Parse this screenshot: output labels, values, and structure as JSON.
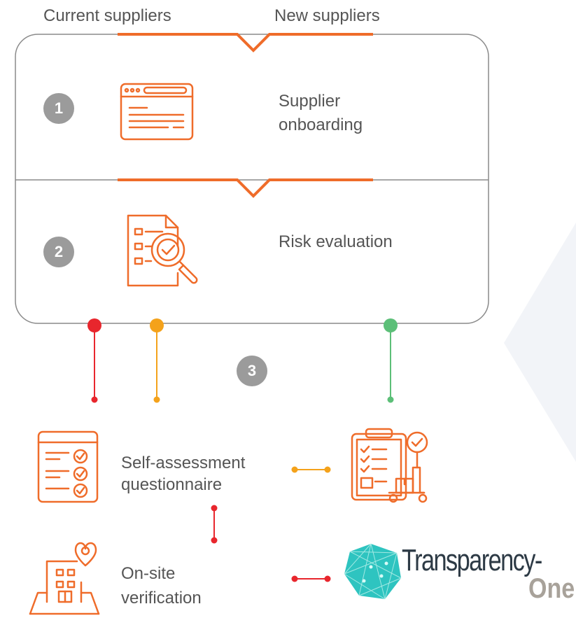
{
  "header": {
    "current_suppliers": "Current suppliers",
    "new_suppliers": "New suppliers"
  },
  "steps": [
    {
      "number": "1",
      "label_line1": "Supplier",
      "label_line2": "onboarding",
      "icon": "browser-window-icon"
    },
    {
      "number": "2",
      "label_line1": "Risk evaluation",
      "icon": "document-magnifier-icon"
    },
    {
      "number": "3"
    }
  ],
  "actions": {
    "self_assessment_line1": "Self-assessment",
    "self_assessment_line2": "questionnaire",
    "onsite_line1": "On-site",
    "onsite_line2": "verification",
    "logo_main": "Transparency-",
    "logo_sub": "One"
  },
  "colors": {
    "accent_orange": "#ef6c2a",
    "red": "#e8262d",
    "amber": "#f4a21b",
    "green": "#5cbf78",
    "badge_gray": "#9b9b9b",
    "frame_gray": "#8a8a8a",
    "logo_teal": "#2ec4c0"
  }
}
